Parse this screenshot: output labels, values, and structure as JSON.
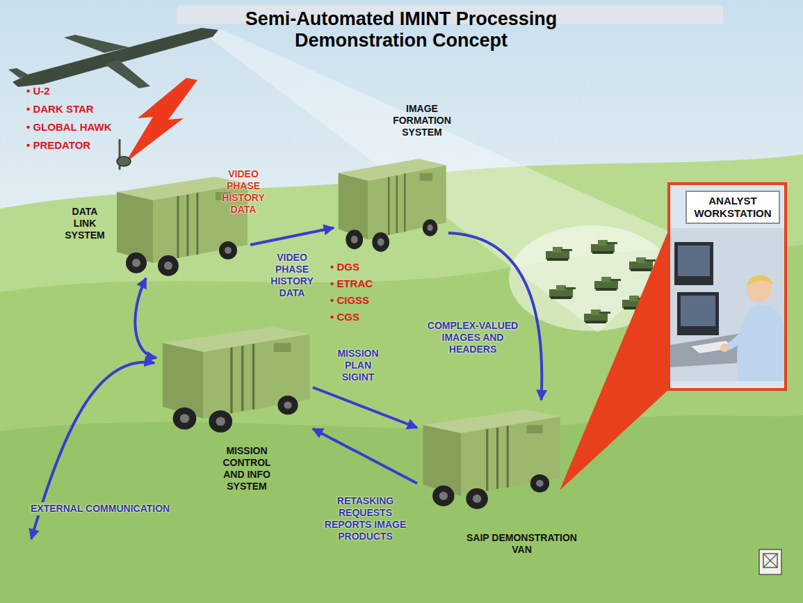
{
  "diagram": {
    "title": "Semi-Automated IMINT Processing Demonstration Concept",
    "nodes": [
      {
        "text": [
          "DATA LINK SYSTEM"
        ]
      },
      {
        "text": [
          "IMAGE FORMATION SYSTEM"
        ]
      },
      {
        "text": [
          "ANALYST WORKSTATION"
        ]
      },
      {
        "text": [
          "MISSION CONTROL AND INFO SYSTEM"
        ]
      },
      {
        "text": [
          "SAIP DEMONSTRATION VAN"
        ]
      }
    ],
    "edges": [
      {
        "from": 0,
        "to": 1,
        "arrow": "to",
        "label": "VIDEO PHASE HISTORY DATA"
      },
      {
        "from": 1,
        "to": 4,
        "arrow": "to",
        "label": "COMPLEX-VALUED IMAGES AND HEADERS"
      },
      {
        "from": 0,
        "to": 3,
        "arrow": "both"
      },
      {
        "from": 3,
        "to": 4,
        "arrow": "to",
        "label": "MISSION PLAN SIGINT"
      },
      {
        "from": 4,
        "to": 3,
        "arrow": "to",
        "label": "RETASKING REQUESTS REPORTS IMAGE PRODUCTS"
      }
    ],
    "labels": [
      "• U-2",
      "• DARK STAR",
      "• GLOBAL HAWK",
      "• PREDATOR",
      "VIDEO PHASE HISTORY DATA",
      "• DGS",
      "• ETRAC",
      "• CIGSS",
      "• CGS",
      "EXTERNAL COMMUNICATION"
    ]
  }
}
